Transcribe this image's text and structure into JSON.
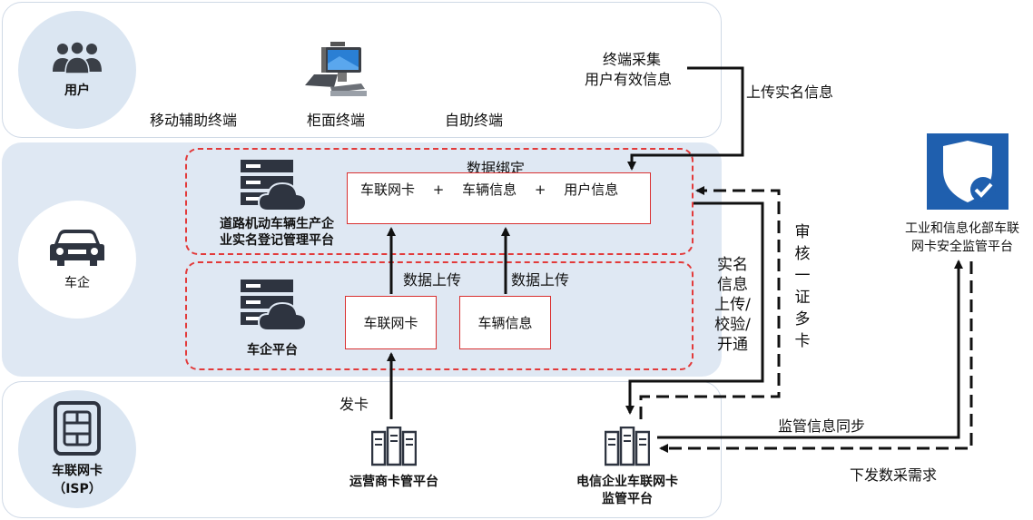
{
  "bands": {
    "user": {
      "label": "用户",
      "terminals": [
        "移动辅助终端",
        "柜面终端",
        "自助终端"
      ],
      "collect_line1": "终端采集",
      "collect_line2": "用户有效信息"
    },
    "corp": {
      "label": "车企",
      "platform_top_line1": "道路机动车辆生产企",
      "platform_top_line2": "业实名登记管理平台",
      "bind_title": "数据绑定",
      "bind_text": "车联网卡　 +　 车辆信息　 +　 用户信息",
      "card_box": "车联网卡",
      "vehicle_box": "车辆信息",
      "upload_left": "数据上传",
      "upload_right": "数据上传",
      "platform_bottom": "车企平台"
    },
    "isp": {
      "label_line1": "车联网卡",
      "label_line2": "（ISP）",
      "issue_card": "发卡",
      "operator_platform": "运营商卡管平台",
      "telecom_line1": "电信企业车联网卡",
      "telecom_line2": "监管平台"
    }
  },
  "flows": {
    "upload_realname": "上传实名信息",
    "realname_verify": "实名信息上传/校验/开通",
    "audit": "审核一证多卡",
    "sync": "监管信息同步",
    "collect_req": "下发数采需求"
  },
  "miit": {
    "line1": "工业和信息化部车联",
    "line2": "网卡安全监管平台"
  },
  "colors": {
    "band_fill": "#dfe8f3",
    "circle_fill": "#dbe6f2",
    "red": "#e23a3a",
    "icon_dark": "#2e3440",
    "shield_blue": "#1f5fae"
  }
}
